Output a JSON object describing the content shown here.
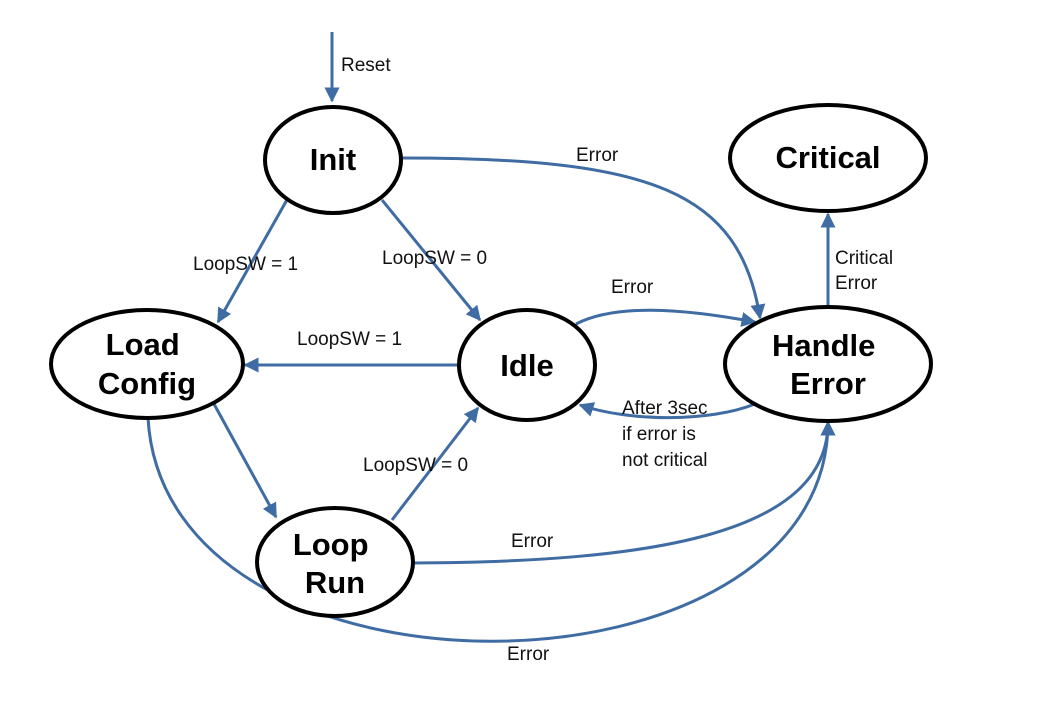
{
  "colors": {
    "edge": "#3f6ca3",
    "node_stroke": "#000000",
    "background": "#ffffff"
  },
  "states": {
    "init": {
      "lines": [
        "Init"
      ]
    },
    "critical": {
      "lines": [
        "Critical"
      ]
    },
    "load_config": {
      "lines": [
        "Load",
        "Config"
      ]
    },
    "idle": {
      "lines": [
        "Idle"
      ]
    },
    "handle_error": {
      "lines": [
        "Handle",
        "Error"
      ]
    },
    "loop_run": {
      "lines": [
        "Loop",
        "Run"
      ]
    }
  },
  "transitions": {
    "reset": {
      "lines": [
        "Reset"
      ]
    },
    "init_to_handle_error": {
      "lines": [
        "Error"
      ]
    },
    "init_to_load_config": {
      "lines": [
        "LoopSW = 1"
      ]
    },
    "init_to_idle": {
      "lines": [
        "LoopSW = 0"
      ]
    },
    "idle_to_handle_error": {
      "lines": [
        "Error"
      ]
    },
    "idle_to_load_config": {
      "lines": [
        "LoopSW = 1"
      ]
    },
    "handle_error_to_critical": {
      "lines": [
        "Critical",
        "Error"
      ]
    },
    "handle_error_to_idle": {
      "lines": [
        "After 3sec",
        "if error is",
        "not critical"
      ]
    },
    "loop_run_to_idle": {
      "lines": [
        "LoopSW = 0"
      ]
    },
    "loop_run_to_handle_error": {
      "lines": [
        "Error"
      ]
    },
    "load_config_to_handle_error": {
      "lines": [
        "Error"
      ]
    }
  }
}
